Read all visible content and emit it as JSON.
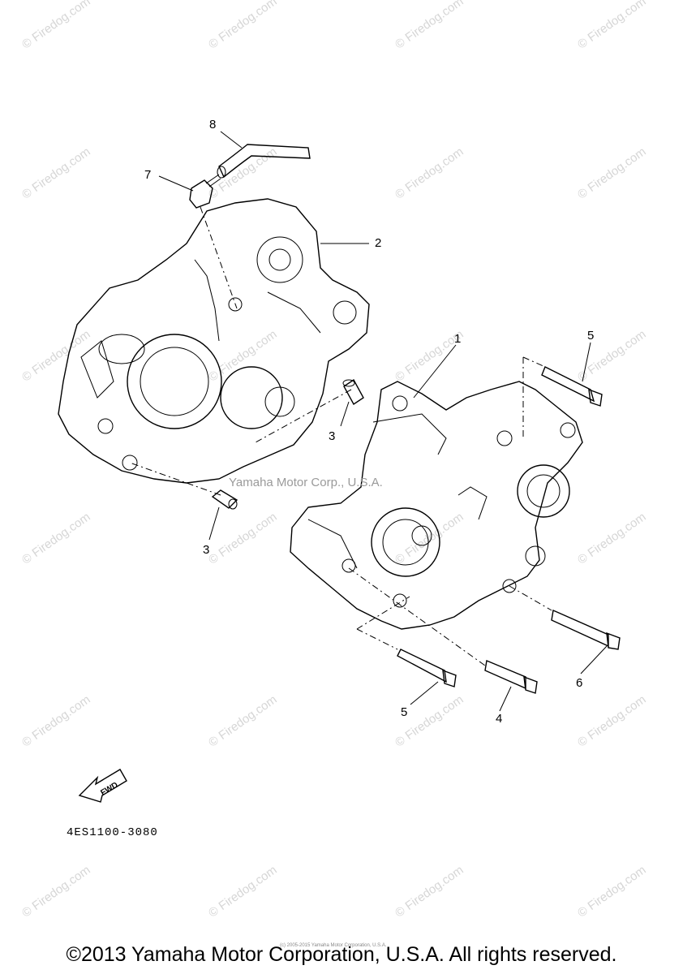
{
  "watermark": "© Firedog.com",
  "callouts": {
    "c1": "1",
    "c2": "2",
    "c3a": "3",
    "c3b": "3",
    "c4": "4",
    "c5a": "5",
    "c5b": "5",
    "c6": "6",
    "c7": "7",
    "c8": "8"
  },
  "fwd_label": "FWD",
  "part_code": "4ES1100-3080",
  "center_mark": "Yamaha Motor Corp., U.S.A.",
  "footer_small": "(c) 2005-2015 Yamaha Motor Corporation, U.S.A.",
  "copyright": "©2013 Yamaha Motor Corporation, U.S.A. All rights reserved."
}
